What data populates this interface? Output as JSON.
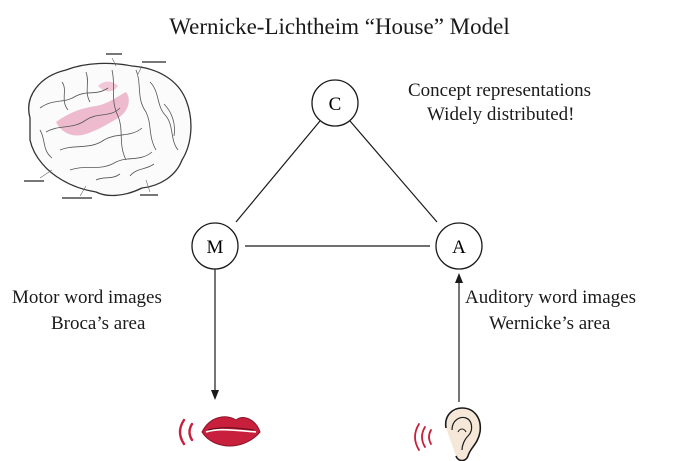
{
  "title": "Wernicke-Lichtheim “House” Model",
  "concept_text": [
    "Concept representations",
    "Widely distributed!"
  ],
  "motor_text": [
    "Motor word images",
    "Broca’s area"
  ],
  "auditory_text": [
    "Auditory word images",
    "Wernicke’s area"
  ],
  "nodes": {
    "concept": "C",
    "motor": "M",
    "auditory": "A"
  },
  "colors": {
    "ink": "#1a1a1a",
    "accent_red": "#c8203c",
    "brain_pink": "#e9a6bf"
  }
}
